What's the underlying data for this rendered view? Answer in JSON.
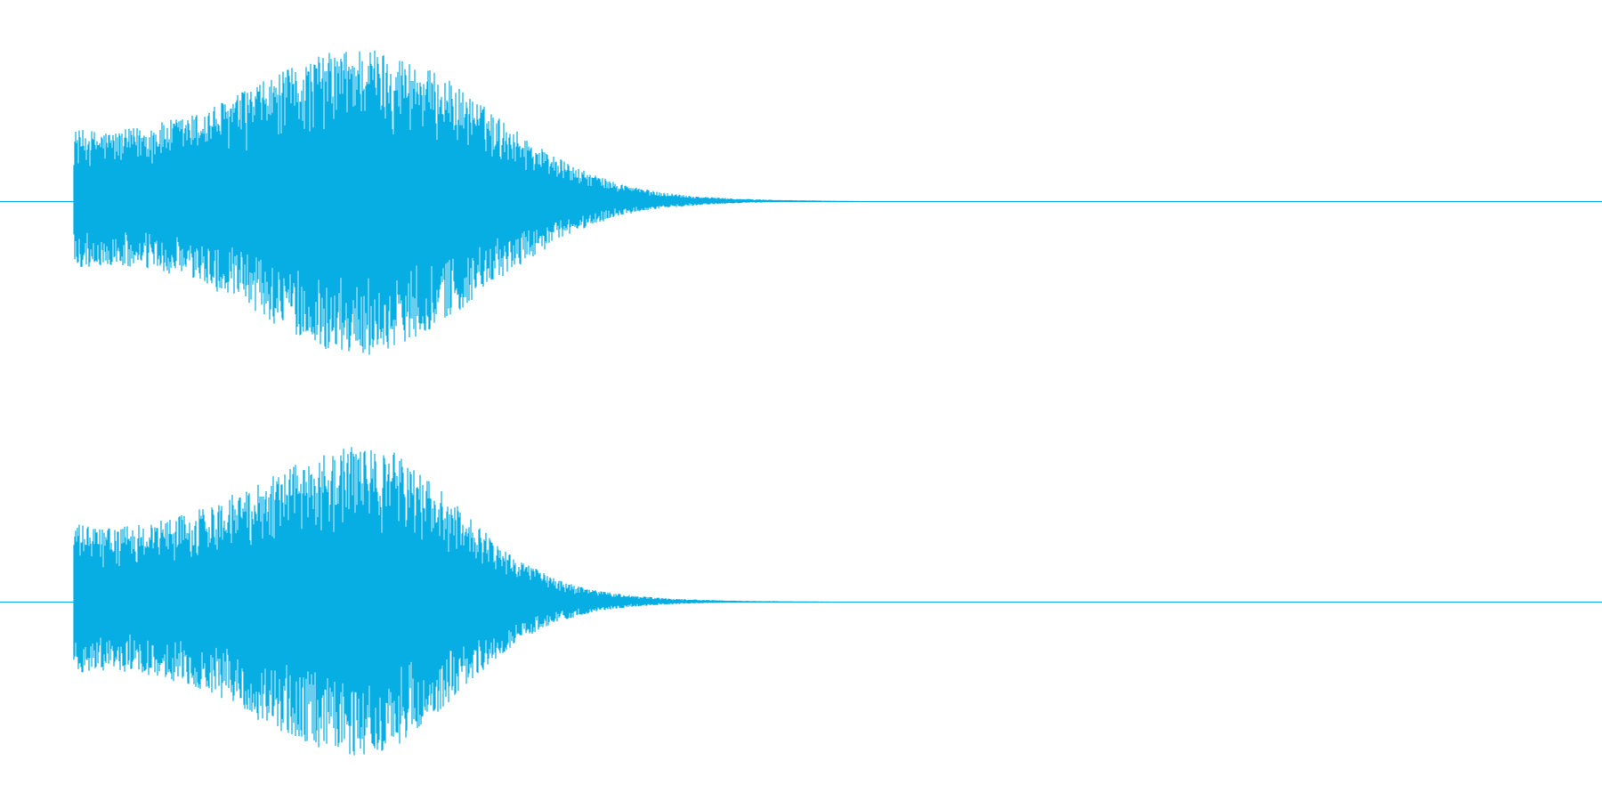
{
  "waveform": {
    "color": "#06aee3",
    "background": "#ffffff",
    "channels": [
      {
        "name": "",
        "envelope_positive": [
          0.46,
          0.45,
          0.5,
          0.57,
          0.7,
          0.83,
          0.95,
          1.0,
          0.92,
          0.78,
          0.58,
          0.38,
          0.22,
          0.12,
          0.06,
          0.03,
          0.015,
          0.007,
          0.003,
          0.0
        ],
        "envelope_negative": [
          0.43,
          0.42,
          0.45,
          0.52,
          0.66,
          0.82,
          0.95,
          1.0,
          0.9,
          0.76,
          0.55,
          0.36,
          0.2,
          0.1,
          0.05,
          0.025,
          0.012,
          0.006,
          0.003,
          0.0
        ],
        "duration_fraction": 0.6
      },
      {
        "name": "",
        "envelope_positive": [
          0.5,
          0.47,
          0.52,
          0.58,
          0.7,
          0.84,
          0.94,
          1.0,
          0.96,
          0.74,
          0.5,
          0.28,
          0.14,
          0.07,
          0.035,
          0.018,
          0.009,
          0.004,
          0.002,
          0.0
        ],
        "envelope_negative": [
          0.46,
          0.44,
          0.48,
          0.55,
          0.68,
          0.82,
          0.93,
          1.0,
          0.94,
          0.72,
          0.48,
          0.26,
          0.13,
          0.06,
          0.03,
          0.015,
          0.008,
          0.004,
          0.002,
          0.0
        ],
        "duration_fraction": 0.58
      }
    ]
  }
}
